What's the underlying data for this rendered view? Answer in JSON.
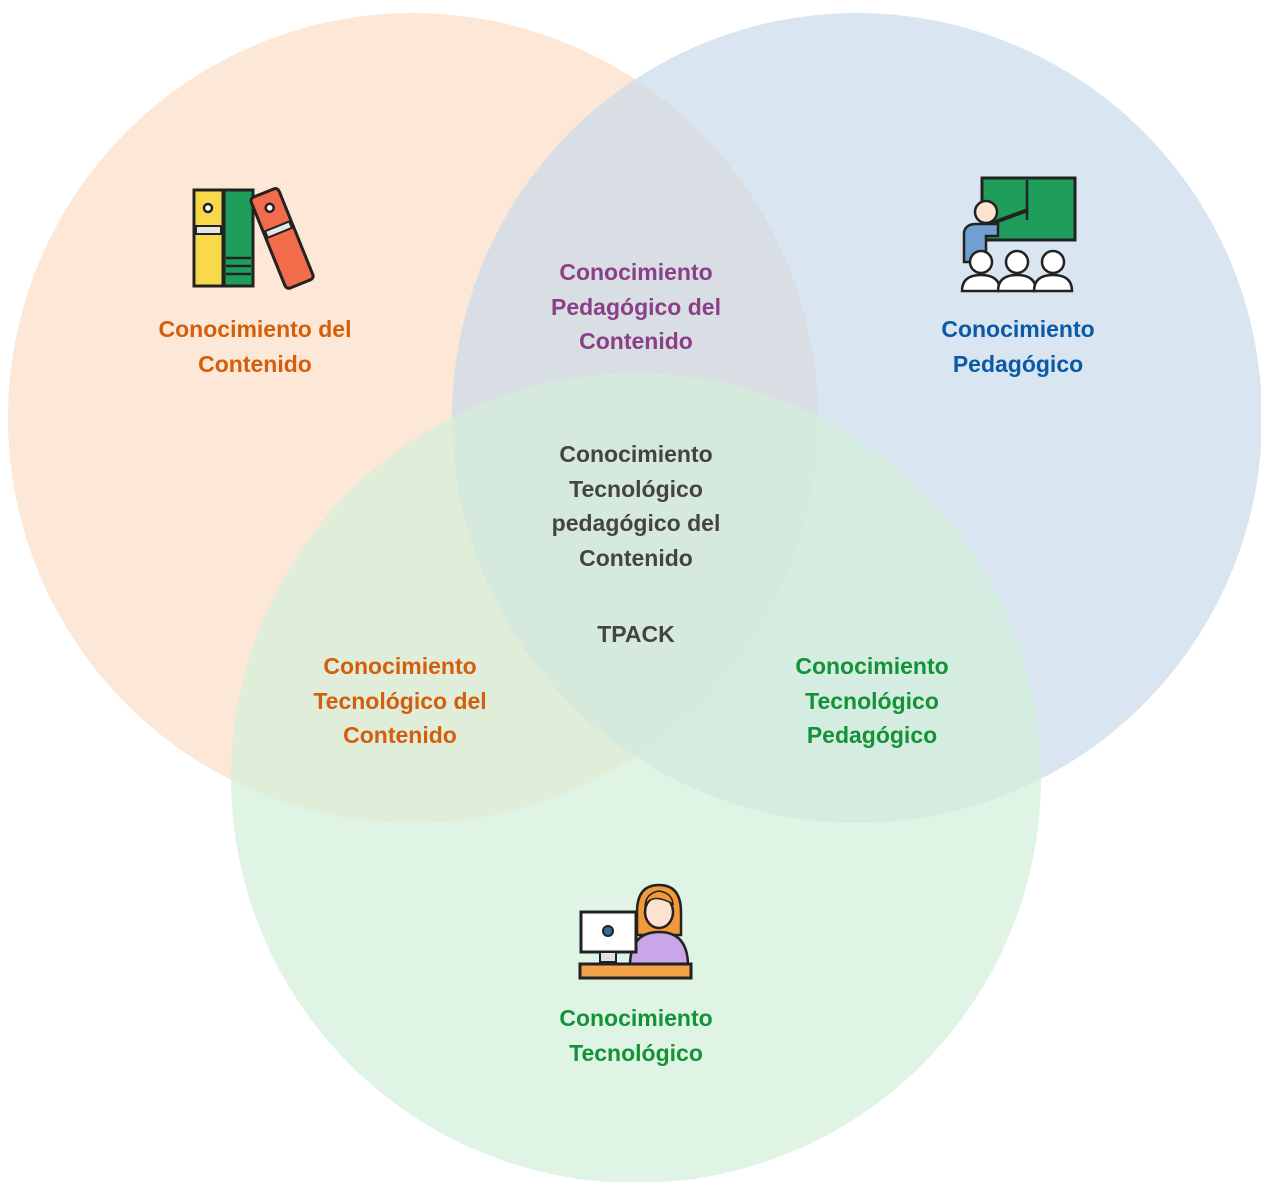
{
  "colors": {
    "content_circle": "#fde3cf",
    "pedagogy_circle": "#c7d8ea",
    "technology_circle": "#d3f0da",
    "content_text": "#d35f0c",
    "pedagogy_text": "#0b5aa5",
    "technology_text": "#139238",
    "pck_text": "#8b3f86",
    "tpack_text": "#444444"
  },
  "icons": {
    "content": "books-icon",
    "pedagogy": "teacher-classroom-icon",
    "technology": "person-computer-icon"
  },
  "labels": {
    "content": [
      "Conocimiento del",
      "Contenido"
    ],
    "pedagogy": [
      "Conocimiento",
      "Pedagógico"
    ],
    "technology": [
      "Conocimiento",
      "Tecnológico"
    ],
    "pck": [
      "Conocimiento",
      "Pedagógico del",
      "Contenido"
    ],
    "tck": [
      "Conocimiento",
      "Tecnológico del",
      "Contenido"
    ],
    "tpk": [
      "Conocimiento",
      "Tecnológico",
      "Pedagógico"
    ],
    "tpack": [
      "Conocimiento",
      "Tecnológico",
      "pedagógico del",
      "Contenido"
    ],
    "tpack_acronym": "TPACK"
  }
}
